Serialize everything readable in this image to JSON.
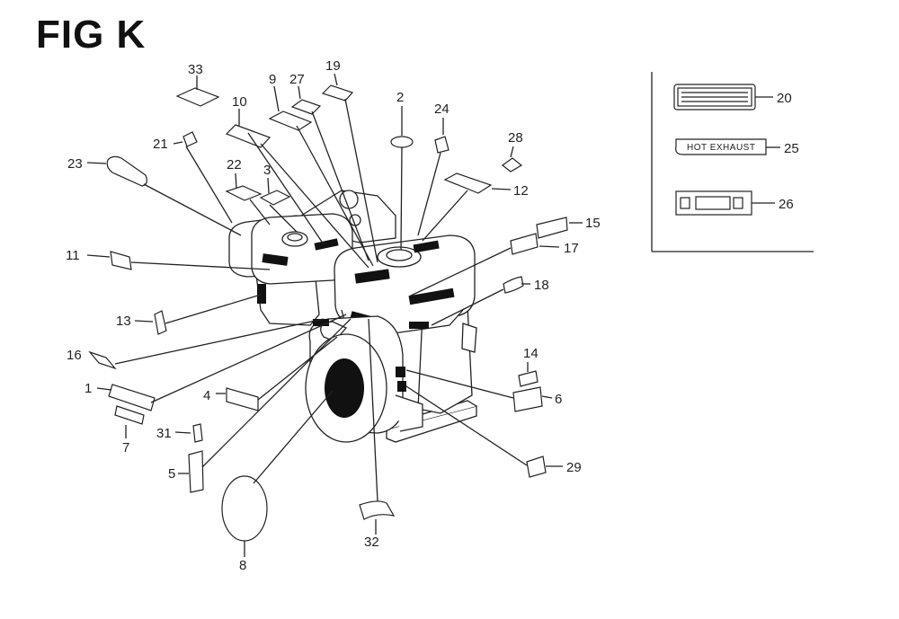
{
  "figure": {
    "title": "FIG K"
  },
  "callouts": [
    {
      "id": "c1",
      "text": "1"
    },
    {
      "id": "c2",
      "text": "2"
    },
    {
      "id": "c3",
      "text": "3"
    },
    {
      "id": "c4",
      "text": "4"
    },
    {
      "id": "c5",
      "text": "5"
    },
    {
      "id": "c6",
      "text": "6"
    },
    {
      "id": "c7",
      "text": "7"
    },
    {
      "id": "c8",
      "text": "8"
    },
    {
      "id": "c9",
      "text": "9"
    },
    {
      "id": "c10",
      "text": "10"
    },
    {
      "id": "c11",
      "text": "11"
    },
    {
      "id": "c12",
      "text": "12"
    },
    {
      "id": "c13",
      "text": "13"
    },
    {
      "id": "c14",
      "text": "14"
    },
    {
      "id": "c15",
      "text": "15"
    },
    {
      "id": "c16",
      "text": "16"
    },
    {
      "id": "c17",
      "text": "17"
    },
    {
      "id": "c18",
      "text": "18"
    },
    {
      "id": "c19",
      "text": "19"
    },
    {
      "id": "c20",
      "text": "20"
    },
    {
      "id": "c21",
      "text": "21"
    },
    {
      "id": "c22",
      "text": "22"
    },
    {
      "id": "c23",
      "text": "23"
    },
    {
      "id": "c24",
      "text": "24"
    },
    {
      "id": "c25",
      "text": "25"
    },
    {
      "id": "c26",
      "text": "26"
    },
    {
      "id": "c27",
      "text": "27"
    },
    {
      "id": "c28",
      "text": "28"
    },
    {
      "id": "c29",
      "text": "29"
    },
    {
      "id": "c31",
      "text": "31"
    },
    {
      "id": "c32",
      "text": "32"
    },
    {
      "id": "c33",
      "text": "33"
    }
  ],
  "inset_labels": {
    "label25_text": "HOT EXHAUST"
  }
}
